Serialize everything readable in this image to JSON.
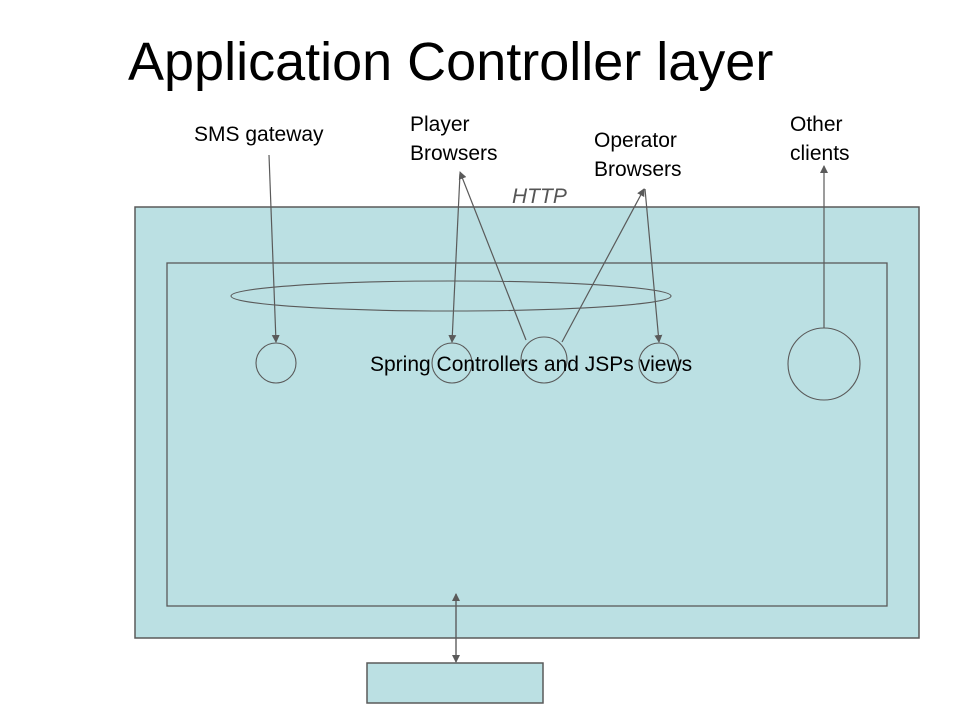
{
  "title": "Application Controller layer",
  "clients": {
    "sms": "SMS gateway",
    "player": [
      "Player",
      "Browsers"
    ],
    "operator": [
      "Operator",
      "Browsers"
    ],
    "other": [
      "Other",
      "clients"
    ]
  },
  "protocol_label": "HTTP",
  "controllers_label": "Spring Controllers and JSPs views",
  "colors": {
    "box_fill": "#bbe0e3",
    "stroke": "#5a5a5a",
    "protocol_text": "#555555"
  }
}
